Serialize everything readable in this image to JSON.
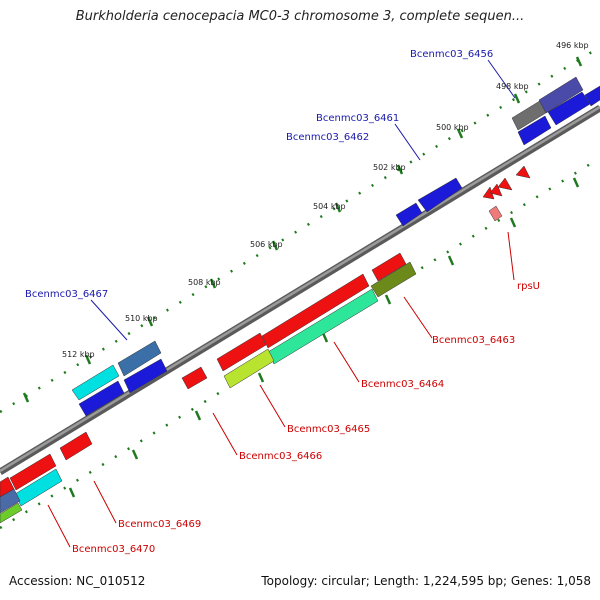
{
  "title": "Burkholderia cenocepacia MC0-3 chromosome 3, complete sequen...",
  "accession_label": "Accession: NC_010512",
  "summary_label": "Topology: circular; Length: 1,224,595 bp; Genes: 1,058",
  "colors": {
    "backbone": "#7d7d7d",
    "tick": "#1f7a1f",
    "forward_label": "#1a1aaa",
    "reverse_label": "#cc0000"
  },
  "scale_marks": [
    "496 kbp",
    "498 kbp",
    "500 kbp",
    "502 kbp",
    "504 kbp",
    "506 kbp",
    "508 kbp",
    "510 kbp",
    "512 kbp"
  ],
  "labels": {
    "forward": [
      "Bcenmc03_6456",
      "Bcenmc03_6461",
      "Bcenmc03_6462",
      "Bcenmc03_6467"
    ],
    "reverse": [
      "rpsU",
      "Bcenmc03_6463",
      "Bcenmc03_6464",
      "Bcenmc03_6465",
      "Bcenmc03_6466",
      "Bcenmc03_6469",
      "Bcenmc03_6470"
    ]
  }
}
